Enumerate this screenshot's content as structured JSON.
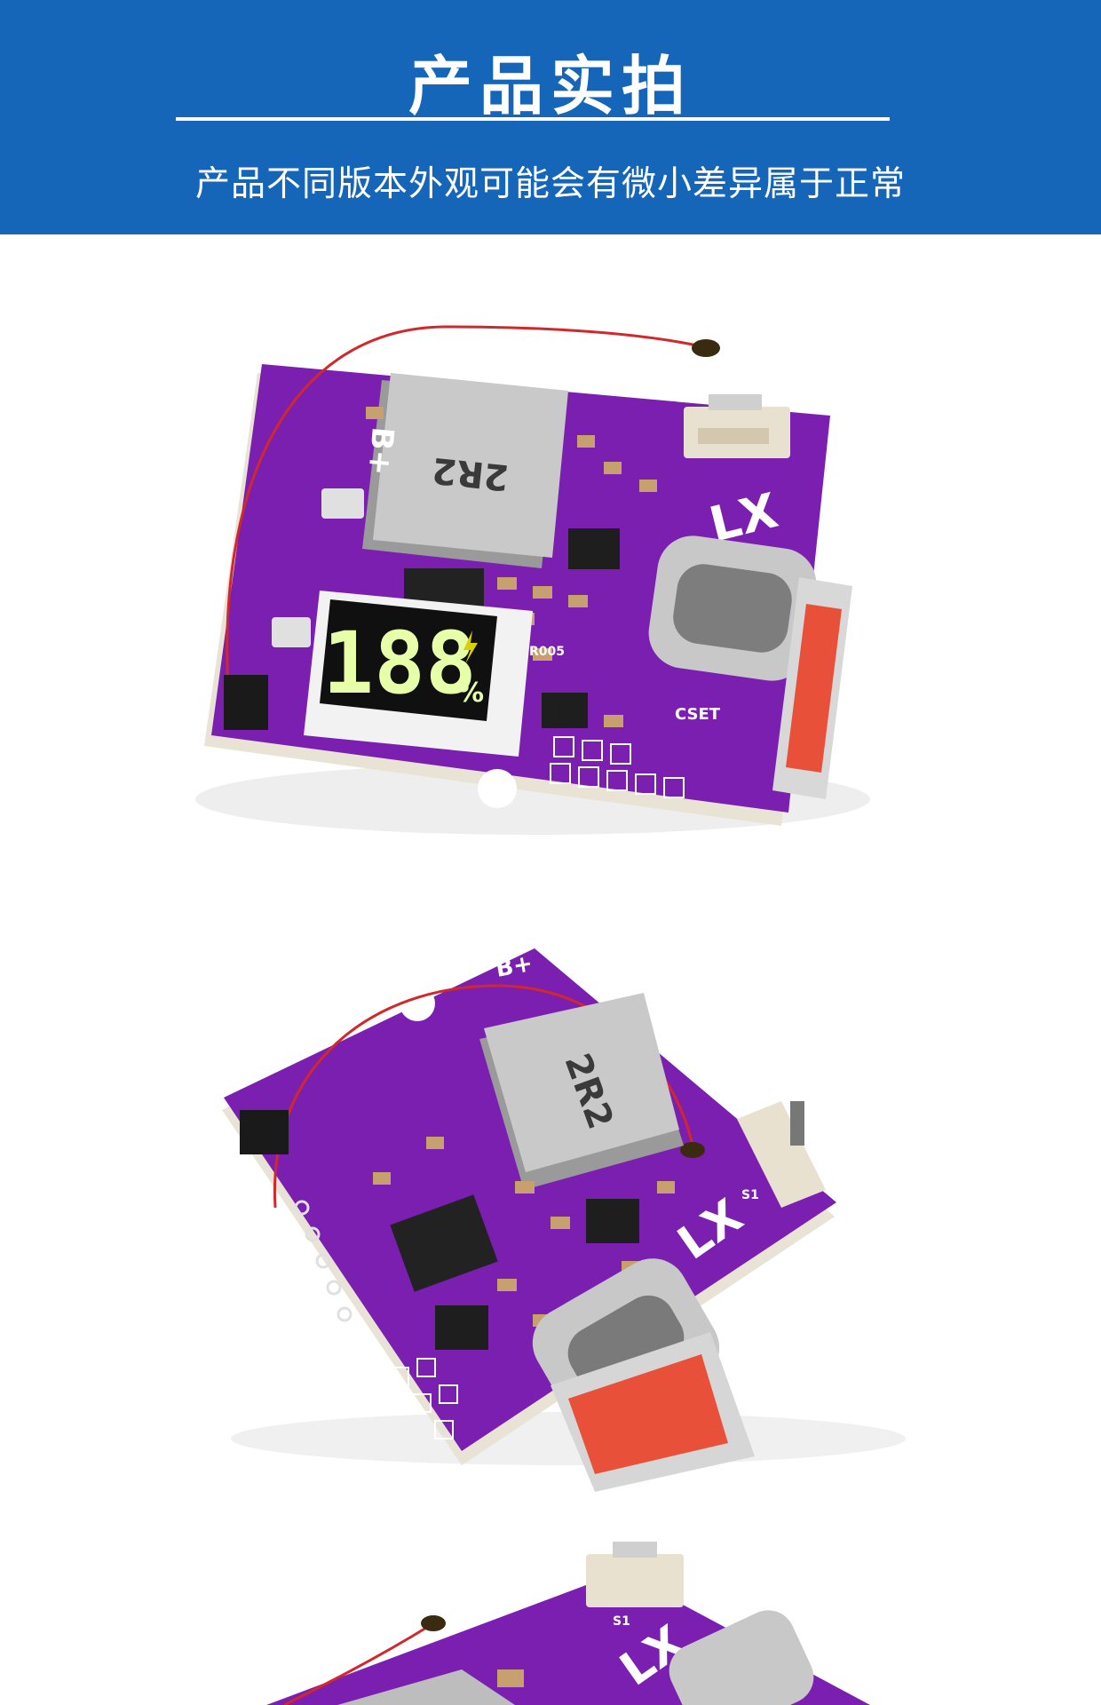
{
  "banner": {
    "title": "产品实拍",
    "subtitle": "产品不同版本外观可能会有微小差异属于正常"
  },
  "photos": [
    {
      "inductor_marking": "2R2",
      "brand_marking": "LX",
      "battery_label": "B+",
      "display_digits": "188",
      "display_percent": "%",
      "sense_label": "R005",
      "cset_label": "CSET"
    },
    {
      "inductor_marking": "2R2",
      "brand_marking": "LX",
      "battery_label": "B+",
      "switch_label": "S1"
    },
    {
      "brand_marking": "LX",
      "switch_label": "S1"
    }
  ],
  "colors": {
    "banner_blue": "#1565b8",
    "pcb_purple": "#7a1fb0",
    "connector_red": "#e8503a"
  }
}
